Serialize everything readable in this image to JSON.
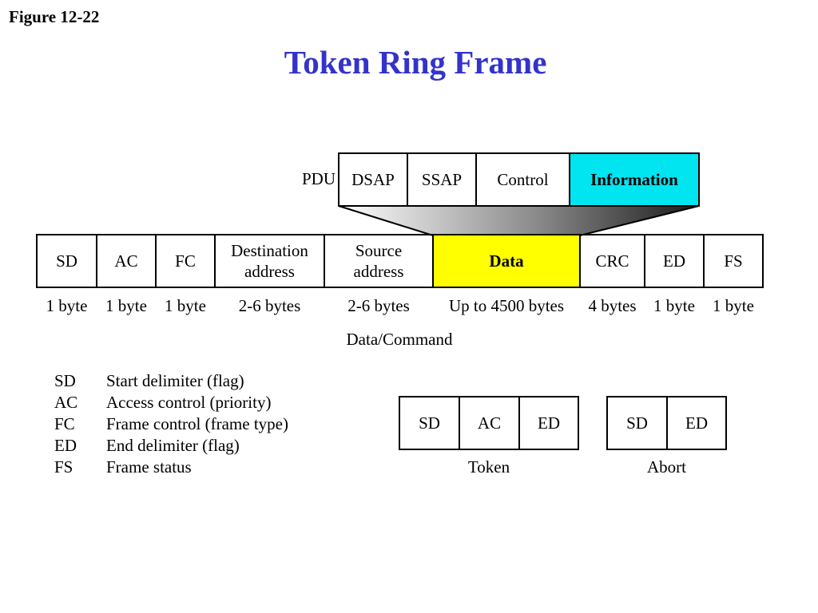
{
  "figure_label": "Figure 12-22",
  "title": "Token Ring Frame",
  "pdu": {
    "label": "PDU",
    "fields": [
      "DSAP",
      "SSAP",
      "Control",
      "Information"
    ]
  },
  "frame": {
    "fields": [
      {
        "lines": [
          "SD"
        ]
      },
      {
        "lines": [
          "AC"
        ]
      },
      {
        "lines": [
          "FC"
        ]
      },
      {
        "lines": [
          "Destination",
          "address"
        ]
      },
      {
        "lines": [
          "Source",
          "address"
        ]
      },
      {
        "lines": [
          "Data"
        ]
      },
      {
        "lines": [
          "CRC"
        ]
      },
      {
        "lines": [
          "ED"
        ]
      },
      {
        "lines": [
          "FS"
        ]
      }
    ],
    "sizes": [
      "1 byte",
      "1 byte",
      "1 byte",
      "2-6 bytes",
      "2-6 bytes",
      "Up to 4500 bytes",
      "4 bytes",
      "1 byte",
      "1 byte"
    ],
    "data_caption": "Data/Command"
  },
  "legend": [
    {
      "abbr": "SD",
      "text": "Start delimiter (flag)"
    },
    {
      "abbr": "AC",
      "text": "Access control (priority)"
    },
    {
      "abbr": "FC",
      "text": "Frame control (frame type)"
    },
    {
      "abbr": "ED",
      "text": "End delimiter (flag)"
    },
    {
      "abbr": "FS",
      "text": "Frame status"
    }
  ],
  "token": {
    "fields": [
      "SD",
      "AC",
      "ED"
    ],
    "caption": "Token"
  },
  "abort": {
    "fields": [
      "SD",
      "ED"
    ],
    "caption": "Abort"
  },
  "colors": {
    "title": "#3333cc",
    "information_fill": "#00e5f0",
    "data_fill": "#ffff00",
    "border": "#000000"
  }
}
